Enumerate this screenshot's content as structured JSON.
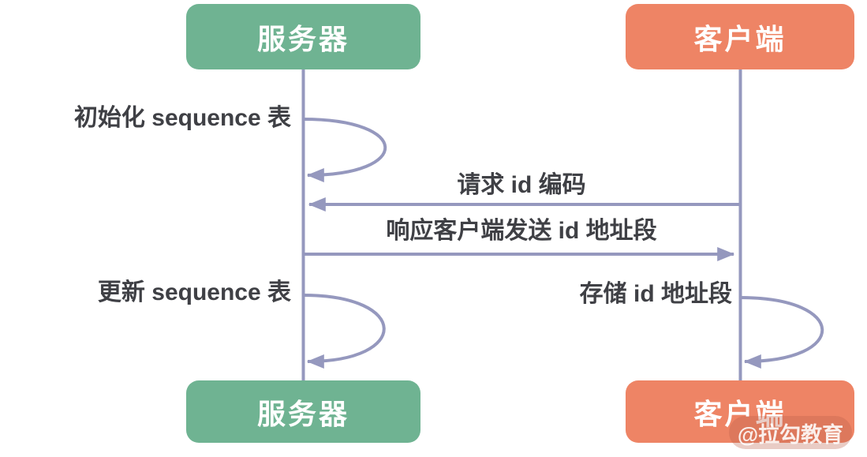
{
  "diagram": {
    "type": "sequence",
    "background": "#FFFFFF",
    "colors": {
      "server_box": "#6FB392",
      "client_box": "#EE8465",
      "line": "#9598BE",
      "message_text": "#3F4045",
      "box_text": "#FFFFFF"
    },
    "actors": [
      {
        "id": "server",
        "label": "服务器",
        "color": "#6FB392"
      },
      {
        "id": "client",
        "label": "客户端",
        "color": "#EE8465"
      }
    ],
    "messages": [
      {
        "label": "初始化 sequence 表",
        "from": "server",
        "to": "server",
        "kind": "self-loop"
      },
      {
        "label": "请求 id 编码",
        "from": "client",
        "to": "server",
        "kind": "arrow"
      },
      {
        "label": "响应客户端发送 id 地址段",
        "from": "server",
        "to": "client",
        "kind": "arrow"
      },
      {
        "label": "更新 sequence 表",
        "from": "server",
        "to": "server",
        "kind": "self-loop"
      },
      {
        "label": "存储 id 地址段",
        "from": "client",
        "to": "client",
        "kind": "self-loop"
      }
    ],
    "watermark": "@拉勾教育"
  }
}
